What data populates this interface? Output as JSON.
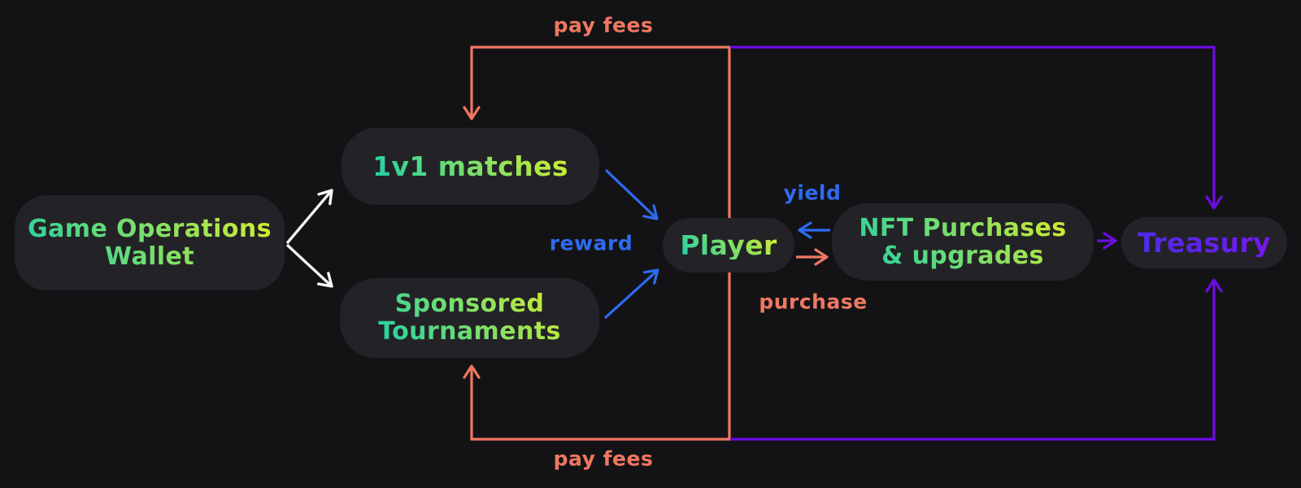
{
  "diagram": {
    "background_color": "#131316",
    "node_background_color": "#232327",
    "colors": {
      "fee_flow_salmon": "#ef7860",
      "reward_flow_blue": "#2e6bf0",
      "treasury_flow_purple": "#6c0ce4",
      "wallet_flow_white": "#f5f5f5",
      "node_text_gradient_start": "#27d1a2",
      "node_text_gradient_end": "#cdec33",
      "treasury_text_purple": "#5d2ae9"
    },
    "nodes": [
      {
        "id": "game-operations-wallet",
        "lines": [
          "Game Operations",
          "Wallet"
        ]
      },
      {
        "id": "1v1-matches",
        "lines": [
          "1v1 matches"
        ]
      },
      {
        "id": "sponsored-tournaments",
        "lines": [
          "Sponsored",
          "Tournaments"
        ]
      },
      {
        "id": "player",
        "lines": [
          "Player"
        ]
      },
      {
        "id": "nft-purchases-upgrades",
        "lines": [
          "NFT Purchases",
          "& upgrades"
        ]
      },
      {
        "id": "treasury",
        "lines": [
          "Treasury"
        ]
      }
    ],
    "edge_labels": {
      "pay_fees_top": "pay fees",
      "pay_fees_bottom": "pay fees",
      "reward": "reward",
      "yield": "yield",
      "purchase": "purchase"
    },
    "edges": [
      {
        "from": "game-operations-wallet",
        "to": "1v1-matches",
        "label": "",
        "color": "white"
      },
      {
        "from": "game-operations-wallet",
        "to": "sponsored-tournaments",
        "label": "",
        "color": "white"
      },
      {
        "from": "player",
        "to": "1v1-matches",
        "label": "pay fees",
        "color": "salmon",
        "route": "top"
      },
      {
        "from": "player",
        "to": "sponsored-tournaments",
        "label": "pay fees",
        "color": "salmon",
        "route": "bottom"
      },
      {
        "from": "1v1-matches",
        "to": "player",
        "label": "reward",
        "color": "blue"
      },
      {
        "from": "sponsored-tournaments",
        "to": "player",
        "label": "reward",
        "color": "blue"
      },
      {
        "from": "nft-purchases-upgrades",
        "to": "player",
        "label": "yield",
        "color": "blue"
      },
      {
        "from": "player",
        "to": "nft-purchases-upgrades",
        "label": "purchase",
        "color": "salmon"
      },
      {
        "from": "nft-purchases-upgrades",
        "to": "treasury",
        "label": "",
        "color": "purple"
      },
      {
        "from": "player",
        "to": "treasury",
        "label": "",
        "color": "purple",
        "route": "top"
      },
      {
        "from": "player",
        "to": "treasury",
        "label": "",
        "color": "purple",
        "route": "bottom"
      }
    ]
  }
}
